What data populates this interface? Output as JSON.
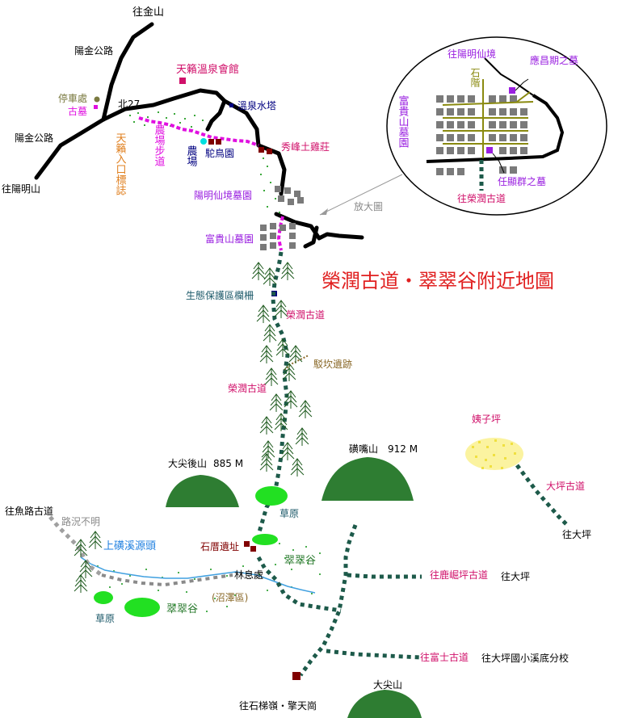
{
  "title": "榮潤古道・翠翠谷附近地圖",
  "colors": {
    "road": "#000000",
    "trail": "#1d5a4a",
    "farm": "#e010e0",
    "grave": "#7a7a7a",
    "old_trail": "#8a8a8a",
    "hill": "#2e7d32",
    "grass": "#22e022",
    "creek": "#40a0e0",
    "marsh": "#4caf50",
    "ruin": "#800000",
    "yellow": "#f0e040",
    "brown_trail": "#8b6a2a"
  },
  "labels": {
    "to_jinshan": "往金山",
    "yangjin_road_1": "陽金公路",
    "yangjin_road_2": "陽金公路",
    "to_yangmingshan": "往陽明山",
    "parking": "停車處",
    "old_grave": "古墓",
    "bei27": "北27",
    "tianlai_hotel": "天籟溫泉會館",
    "hot_spring_tower": "溫泉水塔",
    "tianlai_sign": "天籟入口標誌",
    "farm_trail": "農場步道",
    "farm": "農場",
    "ostrich": "駝鳥園",
    "xiufeng": "秀峰土雞莊",
    "yangming_cemetery": "陽明仙境墓園",
    "fugui_cemetery": "富貴山墓園",
    "enlarged": "放大圖",
    "eco_fence": "生態保護區欄柵",
    "rongrun_1": "榮潤古道",
    "rongrun_2": "榮潤古道",
    "horse_ruins": "駁坎遺跡",
    "datianhou": "大尖後山",
    "datianhou_h": "885 M",
    "kuangqing": "磺嘴山",
    "kuangqing_h": "912 M",
    "grassland_1": "草原",
    "grassland_2": "草原",
    "yuzi_ping": "姨子坪",
    "daping_trail": "大坪古道",
    "to_daping_1": "往大坪",
    "to_daping_2": "往大坪",
    "to_yulu": "往魚路古道",
    "road_unknown": "路況不明",
    "upper_creek": "上磺溪源頭",
    "stone_ruins": "石厝遺址",
    "rest_area": "林息處",
    "cuicui_1": "翠翠谷",
    "cuicui_2": "翠翠谷",
    "marsh": "(沼澤區)",
    "lujuping_trail": "往鹿崛坪古道",
    "fushi_trail": "往富士古道",
    "daping_school": "往大坪國小溪底分校",
    "datian": "大尖山",
    "to_shitilin": "往石梯嶺・擎天崗"
  },
  "inset": {
    "to_yangming_xian": "往陽明仙境",
    "fugui_cemetery": "富貴山墓園",
    "stairs": "石階",
    "ying_grave": "應昌期之墓",
    "ren_grave": "任顯群之墓",
    "to_rongrun": "往榮潤古道"
  }
}
